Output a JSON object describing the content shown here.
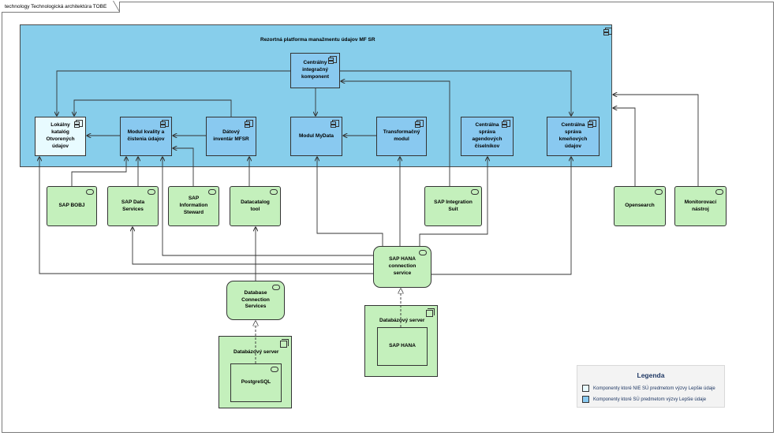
{
  "diagram": {
    "frame_title": "technology Technologická architektúra TOBE",
    "platform_title": "Rezortná platforma manažmentu údajov MF SR",
    "components": {
      "central_integration": "Centrálny integračný komponent",
      "local_catalog": "Lokálny katalóg Otvorených údajov",
      "quality_module": "Modul kvality a čistenia údajov",
      "data_inventory": "Dátový inventár MFSR",
      "mydata": "Modul MyData",
      "transform": "Transformačný modul",
      "agenda_mgmt": "Centrálna správa agendových číselníkov",
      "names_mgmt": "Centrálna správa kmeňových údajov"
    },
    "services": {
      "sap_bobj": "SAP BOBJ",
      "sap_data_services": "SAP Data Services",
      "sap_info_steward": "SAP Information Steward",
      "datacatalog": "Datacatalog tool",
      "sap_integration": "SAP Integration Suit",
      "opensearch": "Opensearch",
      "monitoring": "Monitorovací nástroj",
      "sap_hana_conn": "SAP HANA connection service",
      "db_conn": "Database Connection Services"
    },
    "servers": {
      "db_server_hana": "Databázový server",
      "sap_hana": "SAP HANA",
      "db_server_pg": "Databázový server",
      "postgres": "PostgreSQL"
    }
  },
  "legend": {
    "title": "Legenda",
    "items": [
      {
        "label": "Komponenty ktoré NIE SÚ predmetom výzvy Lepšie údaje",
        "color": "#e8fbff"
      },
      {
        "label": "Komponenty ktoré SÚ predmetom výzvy Lepšie údaje",
        "color": "#89c9f0"
      }
    ]
  },
  "colors": {
    "platform": "#87ceeb",
    "component_in_scope": "#89c9f0",
    "component_out_of_scope": "#e8fbff",
    "service": "#c4f0bc"
  }
}
